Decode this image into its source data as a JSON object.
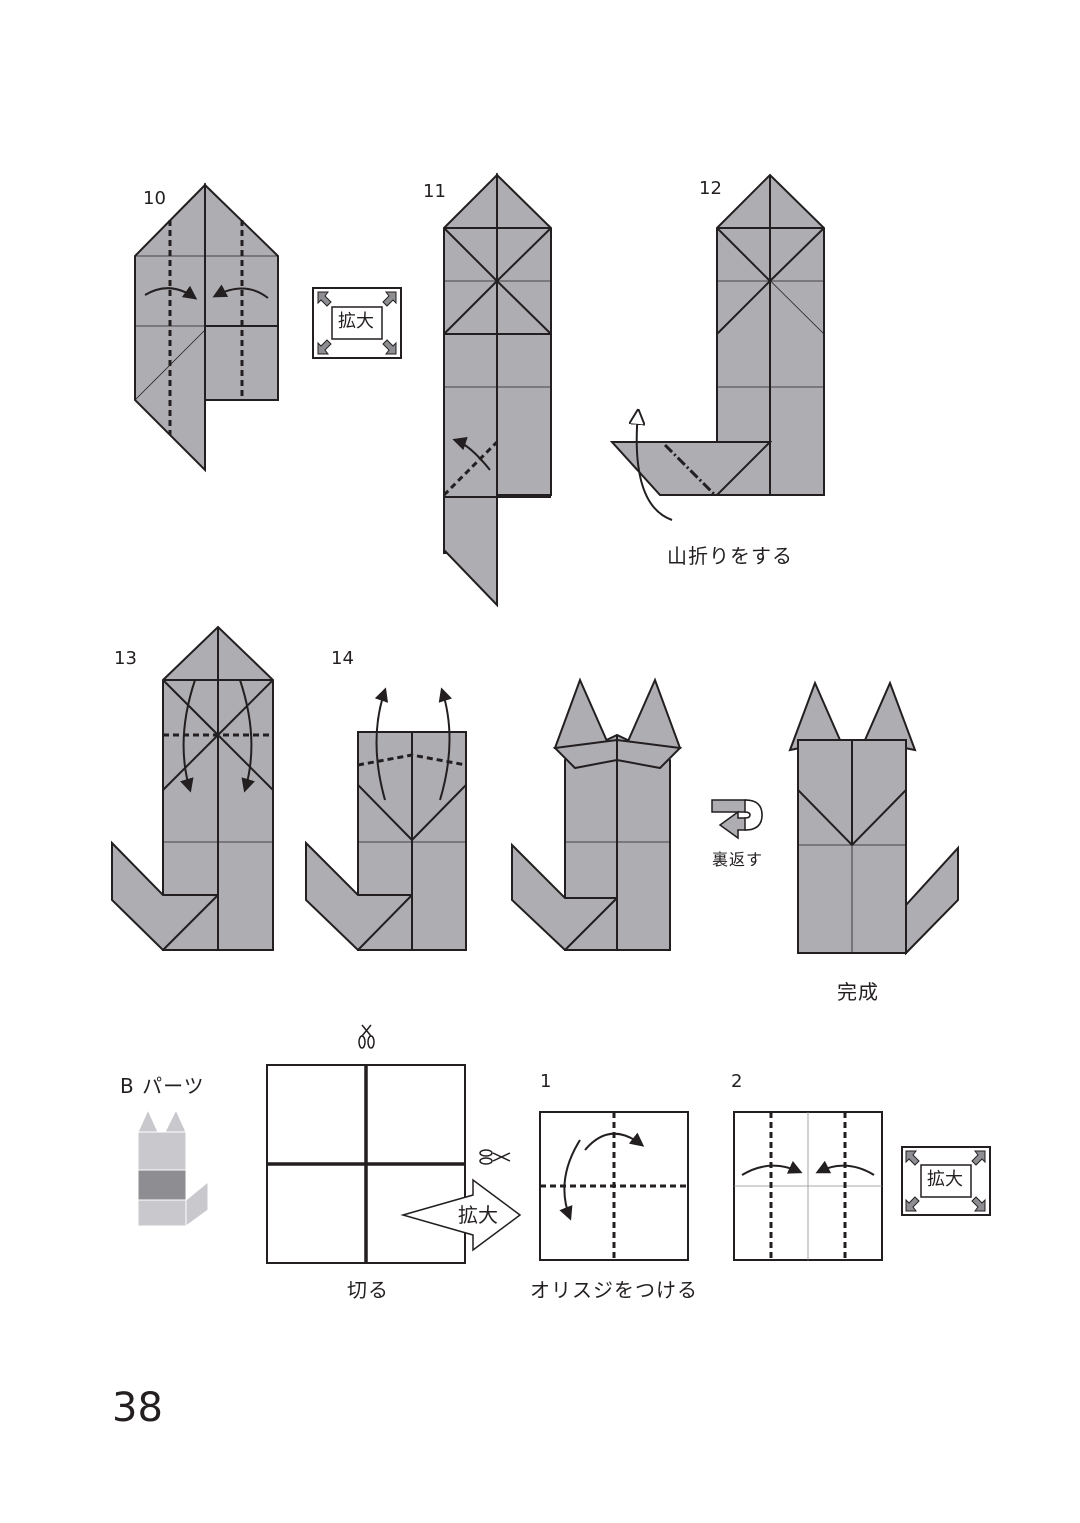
{
  "steps": {
    "s10": "10",
    "s11": "11",
    "s12": "12",
    "s13": "13",
    "s14": "14",
    "s1": "1",
    "s2": "2"
  },
  "captions": {
    "mountain_fold": "山折りをする",
    "turn_over": "裏返す",
    "complete": "完成",
    "b_part": "B パーツ",
    "cut": "切る",
    "crease": "オリスジをつける"
  },
  "badges": {
    "enlarge_top": "拡大",
    "enlarge_bottom": "拡大",
    "enlarge_arrow": "拡大"
  },
  "page_number": "38",
  "colors": {
    "paper_gray": "#aeadb2",
    "line": "#231f20",
    "light_gray": "#c9c8cc",
    "mid_gray": "#8e8d92"
  },
  "icons": [
    "enlarge-icon",
    "scissors-icon",
    "turn-over-icon",
    "fold-arrow-icon"
  ]
}
